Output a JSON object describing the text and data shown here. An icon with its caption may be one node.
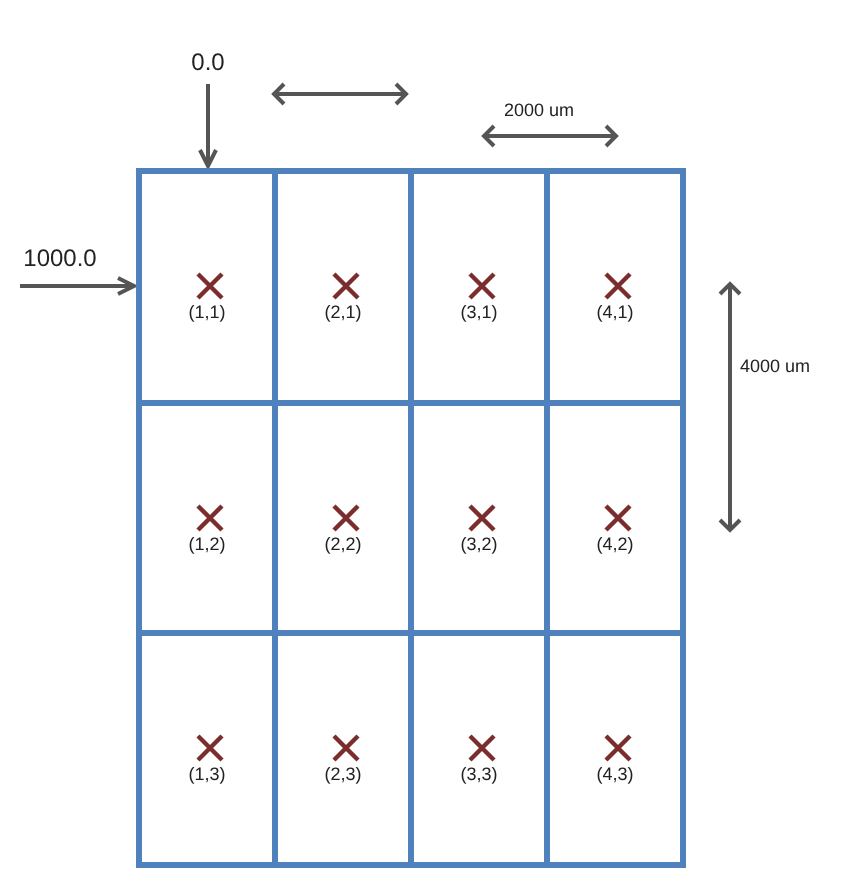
{
  "diagram": {
    "nodes": [
      {
        "text": [
          "0.0"
        ]
      },
      {
        "text": [
          "1000.0"
        ]
      },
      {
        "text": [
          "(1,1)"
        ]
      },
      {
        "text": [
          "(2,1)"
        ]
      },
      {
        "text": [
          "(3,1)"
        ]
      },
      {
        "text": [
          "(4,1)"
        ]
      },
      {
        "text": [
          "(1,2)"
        ]
      },
      {
        "text": [
          "(2,2)"
        ]
      },
      {
        "text": [
          "(3,2)"
        ]
      },
      {
        "text": [
          "(4,2)"
        ]
      },
      {
        "text": [
          "(1,3)"
        ]
      },
      {
        "text": [
          "(2,3)"
        ]
      },
      {
        "text": [
          "(3,3)"
        ]
      },
      {
        "text": [
          "(4,3)"
        ]
      }
    ],
    "edges": [
      {
        "from": 0,
        "to": 2,
        "arrow": "to"
      },
      {
        "from": 1,
        "to": 2,
        "arrow": "to"
      }
    ],
    "labels": [
      "2000 um",
      "4000 um"
    ]
  }
}
